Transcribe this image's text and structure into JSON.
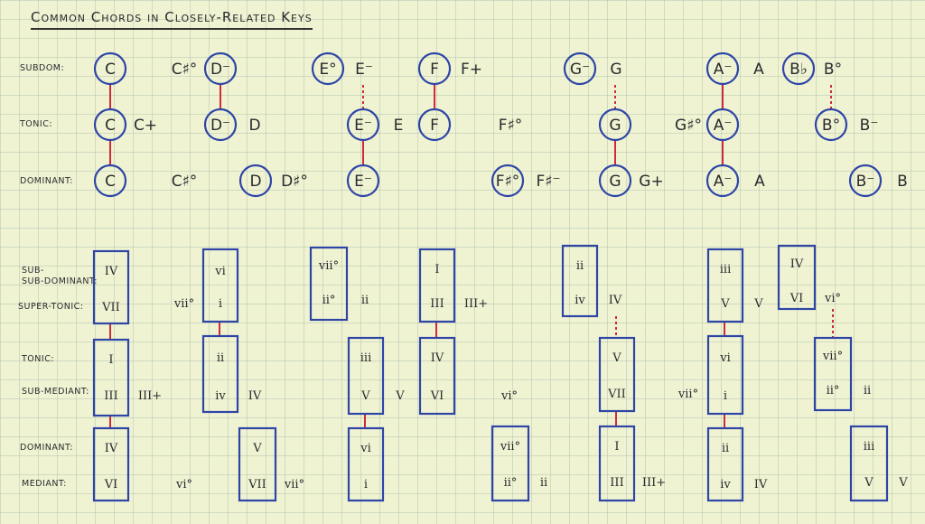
{
  "title": "Common Chords in Closely-Related Keys",
  "colors": {
    "ink": "#2a2a2e",
    "circle": "#2f45a6",
    "link": "#cf2b3a",
    "paper": "#eff3d2"
  },
  "top_labels": {
    "subdominant": "SUBDOM:",
    "tonic": "TONIC:",
    "dominant": "DOMINANT:"
  },
  "bottom_labels": {
    "subdominant": "SUB-DOMINANT:",
    "supertonic": "SUPER-TONIC:",
    "tonic": "TONIC:",
    "submediant": "SUB-MEDIANT:",
    "dominant": "DOMINANT:",
    "mediant": "MEDIANT:"
  },
  "chords": {
    "c_sd": "C",
    "c_t": "C",
    "c_tx": "C+",
    "c_d": "C",
    "cs_sd": "C♯°",
    "cs_d": "C♯°",
    "d_sd": "D⁻",
    "d_t": "D⁻",
    "d_tx": "D",
    "d_d": "D",
    "ds_d": "D♯°",
    "e_sd": "E°",
    "e_sdx": "E⁻",
    "e_t": "E⁻",
    "e_tx": "E",
    "e_d": "E⁻",
    "f_sd": "F",
    "f_sdx": "F+",
    "f_t": "F",
    "fs_t": "F♯°",
    "fs_d": "F♯°",
    "fs_dx": "F♯⁻",
    "g_sd": "G⁻",
    "g_sdx": "G",
    "g_t": "G",
    "g_d": "G",
    "g_dx": "G+",
    "gs_t": "G♯°",
    "a_sd": "A⁻",
    "a_sdx": "A",
    "a_t": "A⁻",
    "a_d": "A⁻",
    "a_dx": "A",
    "bb_sd": "B♭",
    "b_sdx": "B°",
    "b_t": "B°",
    "b_tx": "B⁻",
    "b_d": "B⁻",
    "b_dx": "B"
  },
  "numerals": {
    "k1_a": "IV",
    "k1_b": "VII",
    "k1_c": "I",
    "k1_d": "III",
    "k1_dx": "III+",
    "k1_e": "IV",
    "k1_f": "VI",
    "k2_a": "vi",
    "k2_bx": "vii°",
    "k2_b": "i",
    "k2_c": "ii",
    "k2_d": "iv",
    "k2_dx": "IV",
    "k2_fx": "vi°",
    "k3_e": "V",
    "k3_f": "VII",
    "k3_fx": "vii°",
    "k4_a": "vii°",
    "k4_b": "ii°",
    "k4_bx": "ii",
    "k4_c": "iii",
    "k4_d": "V",
    "k4_dx": "V",
    "k4_e": "vi",
    "k4_f": "i",
    "k5_a": "I",
    "k5_b": "III",
    "k5_bx": "III+",
    "k5_c": "IV",
    "k5_d": "VI",
    "k5_dx": "vi°",
    "k6_e": "vii°",
    "k6_f": "ii°",
    "k6_fx": "ii",
    "k7_a": "ii",
    "k7_b": "iv",
    "k7_bx": "IV",
    "k8_c": "V",
    "k8_d": "VII",
    "k8_dx": "vii°",
    "k8_e": "I",
    "k8_f": "III",
    "k8_fx": "III+",
    "k9_a": "iii",
    "k9_b": "V",
    "k9_bx": "V",
    "k9_c": "vi",
    "k9_d": "i",
    "k9_e": "ii",
    "k9_f": "iv",
    "k9_fx": "IV",
    "k10_a": "IV",
    "k10_b": "VI",
    "k10_bx": "vi°",
    "k11_c": "vii°",
    "k11_d": "ii°",
    "k11_dx": "ii",
    "k12_e": "iii",
    "k12_f": "V",
    "k12_fx": "V"
  }
}
